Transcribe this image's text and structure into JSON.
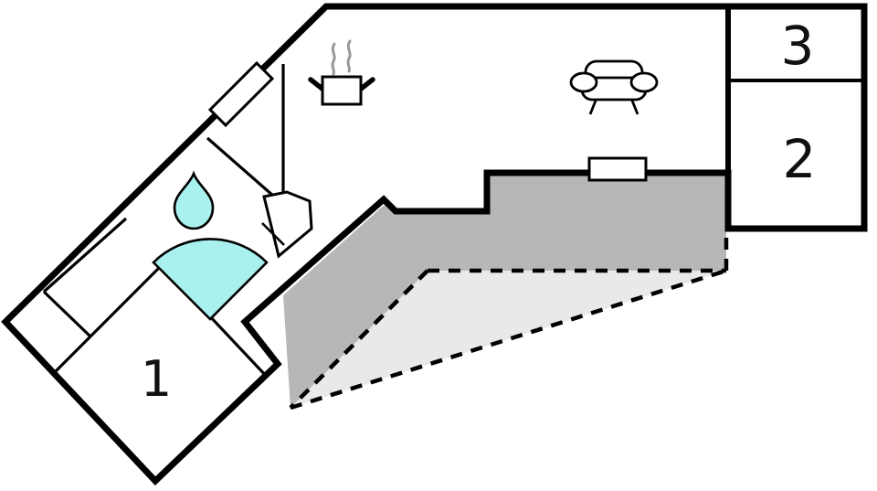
{
  "floor_plan": {
    "type": "vacation-home floor plan",
    "rooms": [
      {
        "id": "room-1",
        "label": "1"
      },
      {
        "id": "room-2",
        "label": "2"
      },
      {
        "id": "room-3",
        "label": "3"
      }
    ],
    "icons": [
      "stove-icon",
      "sofa-icon",
      "water-drop-icon",
      "corner-shower-icon",
      "window",
      "terrace-table",
      "entrance-door"
    ],
    "colors": {
      "wall": "#000000",
      "room_fill": "#ffffff",
      "terrace_fill": "#b7b7b7",
      "terrace_extension_fill": "#e9e9e9",
      "water_fixture_fill": "#a8f1ef",
      "steam": "#999999",
      "label_text": "#111111"
    }
  }
}
